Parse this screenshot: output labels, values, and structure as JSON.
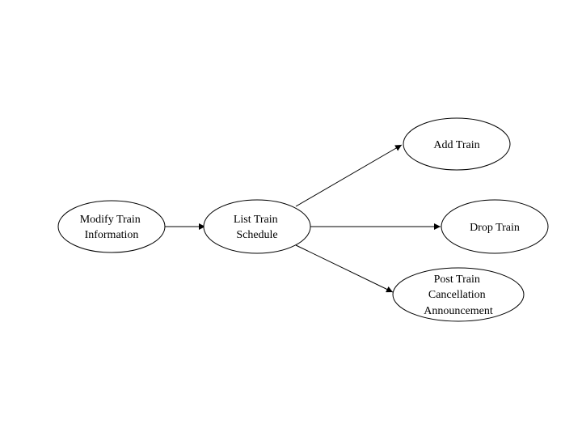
{
  "diagram": {
    "nodes": {
      "modify": {
        "lines": [
          "Modify Train",
          "Information"
        ]
      },
      "list": {
        "lines": [
          "List Train",
          "Schedule"
        ]
      },
      "add": {
        "lines": [
          "Add Train"
        ]
      },
      "drop": {
        "lines": [
          "Drop Train"
        ]
      },
      "post": {
        "lines": [
          "Post Train",
          "Cancellation",
          "Announcement"
        ]
      }
    },
    "edges": [
      {
        "from": "modify",
        "to": "list"
      },
      {
        "from": "list",
        "to": "add"
      },
      {
        "from": "list",
        "to": "drop"
      },
      {
        "from": "list",
        "to": "post"
      }
    ],
    "colors": {
      "stroke": "#000000",
      "background": "#ffffff"
    }
  }
}
